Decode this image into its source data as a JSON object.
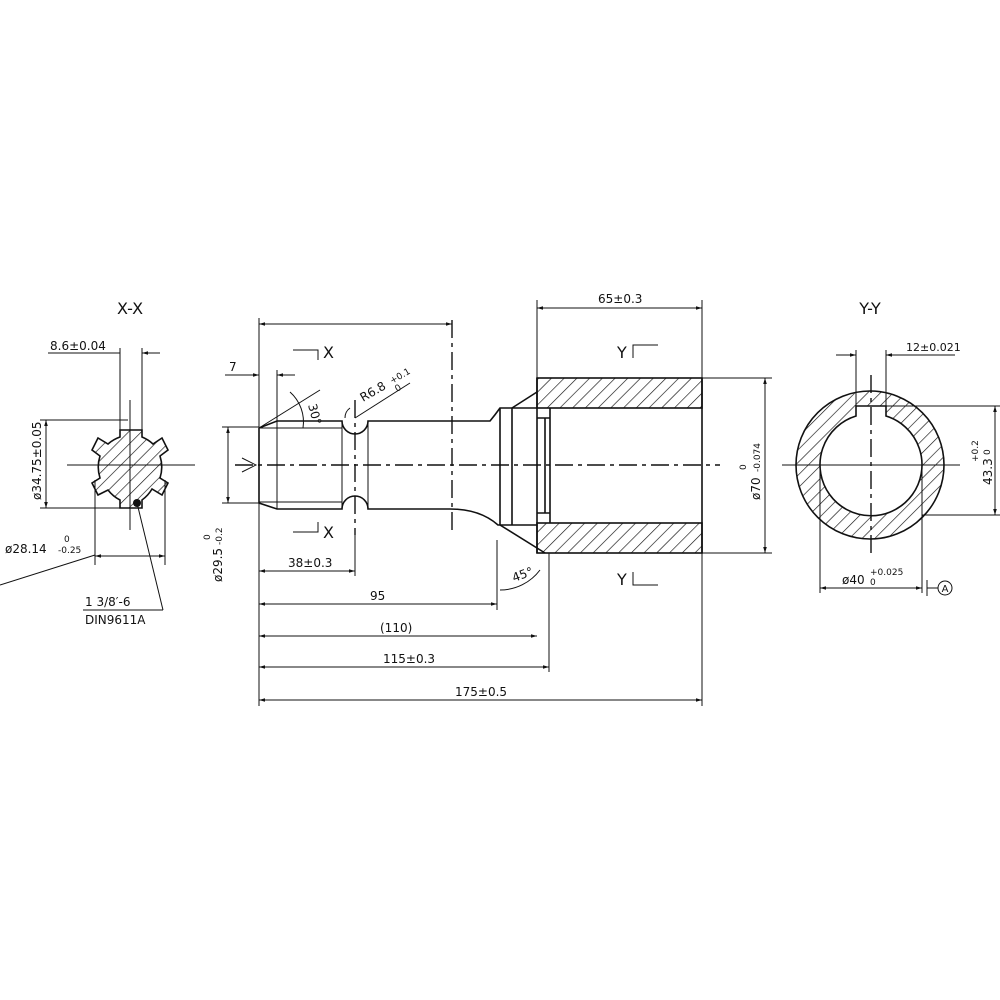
{
  "section_xx": {
    "title": "X-X",
    "width_dim": "8.6±0.04",
    "outer_dia": "ø34.75±0.05",
    "root_dia": "ø28.14",
    "root_dia_tol_upper": "0",
    "root_dia_tol_lower": "-0.25",
    "spline_spec": "1 3/8′-6",
    "spline_standard": "DIN9611A"
  },
  "main_view": {
    "section_x_label": "X",
    "section_y_label": "Y",
    "chamfer_length": "7",
    "chamfer_angle": "30°",
    "groove_radius": "R6.8",
    "groove_radius_tol_upper": "+0.1",
    "groove_radius_tol_lower": "0",
    "shaft_dia": "ø29.5",
    "shaft_dia_tol_upper": "0",
    "shaft_dia_tol_lower": "-0.2",
    "dim_38": "38±0.3",
    "dim_95": "95",
    "dim_110": "(110)",
    "dim_115": "115±0.3",
    "dim_175": "175±0.5",
    "dim_65": "65±0.3",
    "taper_angle": "45°",
    "hub_dia": "ø70",
    "hub_dia_tol_upper": "0",
    "hub_dia_tol_lower": "-0.074"
  },
  "section_yy": {
    "title": "Y-Y",
    "key_width": "12±0.021",
    "key_depth": "43.3",
    "key_depth_tol_upper": "+0.2",
    "key_depth_tol_lower": "0",
    "bore_dia": "ø40",
    "bore_dia_tol_upper": "+0.025",
    "bore_dia_tol_lower": "0",
    "datum": "A"
  }
}
